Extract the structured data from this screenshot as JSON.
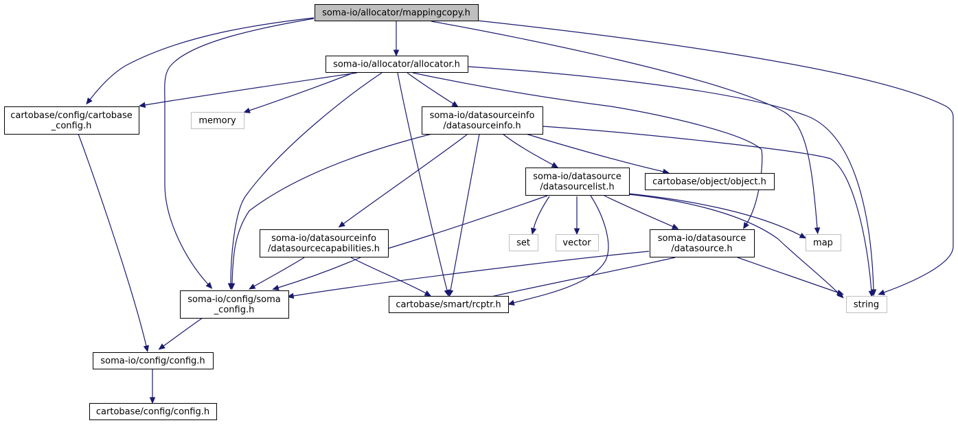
{
  "graph": {
    "nodes": [
      {
        "id": "mappingcopy",
        "lines": [
          "soma-io/allocator/mappingcopy.h"
        ],
        "kind": "root"
      },
      {
        "id": "allocator",
        "lines": [
          "soma-io/allocator/allocator.h"
        ],
        "kind": "file"
      },
      {
        "id": "cartobase_config",
        "lines": [
          "cartobase/config/cartobase",
          "_config.h"
        ],
        "kind": "file"
      },
      {
        "id": "memory",
        "lines": [
          "memory"
        ],
        "kind": "system"
      },
      {
        "id": "datasourceinfo",
        "lines": [
          "soma-io/datasourceinfo",
          "/datasourceinfo.h"
        ],
        "kind": "file"
      },
      {
        "id": "datasourcelist",
        "lines": [
          "soma-io/datasource",
          "/datasourcelist.h"
        ],
        "kind": "file"
      },
      {
        "id": "object",
        "lines": [
          "cartobase/object/object.h"
        ],
        "kind": "file"
      },
      {
        "id": "datasourcecapabilities",
        "lines": [
          "soma-io/datasourceinfo",
          "/datasourcecapabilities.h"
        ],
        "kind": "file"
      },
      {
        "id": "set",
        "lines": [
          "set"
        ],
        "kind": "system"
      },
      {
        "id": "vector",
        "lines": [
          "vector"
        ],
        "kind": "system"
      },
      {
        "id": "datasource",
        "lines": [
          "soma-io/datasource",
          "/datasource.h"
        ],
        "kind": "file"
      },
      {
        "id": "map",
        "lines": [
          "map"
        ],
        "kind": "system"
      },
      {
        "id": "soma_config",
        "lines": [
          "soma-io/config/soma",
          "_config.h"
        ],
        "kind": "file"
      },
      {
        "id": "rcptr",
        "lines": [
          "cartobase/smart/rcptr.h"
        ],
        "kind": "file"
      },
      {
        "id": "string",
        "lines": [
          "string"
        ],
        "kind": "system"
      },
      {
        "id": "somaio_config",
        "lines": [
          "soma-io/config/config.h"
        ],
        "kind": "file"
      },
      {
        "id": "cartobase_config2",
        "lines": [
          "cartobase/config/config.h"
        ],
        "kind": "file"
      }
    ],
    "edges": [
      {
        "from": "mappingcopy",
        "to": "allocator"
      },
      {
        "from": "mappingcopy",
        "to": "cartobase_config"
      },
      {
        "from": "mappingcopy",
        "to": "soma_config"
      },
      {
        "from": "mappingcopy",
        "to": "map"
      },
      {
        "from": "mappingcopy",
        "to": "string"
      },
      {
        "from": "allocator",
        "to": "cartobase_config"
      },
      {
        "from": "allocator",
        "to": "memory"
      },
      {
        "from": "allocator",
        "to": "datasourceinfo"
      },
      {
        "from": "allocator",
        "to": "soma_config"
      },
      {
        "from": "allocator",
        "to": "rcptr"
      },
      {
        "from": "allocator",
        "to": "datasource"
      },
      {
        "from": "allocator",
        "to": "string"
      },
      {
        "from": "cartobase_config",
        "to": "somaio_config"
      },
      {
        "from": "datasourceinfo",
        "to": "soma_config"
      },
      {
        "from": "datasourceinfo",
        "to": "datasourcecapabilities"
      },
      {
        "from": "datasourceinfo",
        "to": "rcptr"
      },
      {
        "from": "datasourceinfo",
        "to": "datasourcelist"
      },
      {
        "from": "datasourceinfo",
        "to": "object"
      },
      {
        "from": "datasourceinfo",
        "to": "string"
      },
      {
        "from": "datasourcelist",
        "to": "soma_config"
      },
      {
        "from": "datasourcelist",
        "to": "set"
      },
      {
        "from": "datasourcelist",
        "to": "vector"
      },
      {
        "from": "datasourcelist",
        "to": "rcptr"
      },
      {
        "from": "datasourcelist",
        "to": "datasource"
      },
      {
        "from": "datasourcelist",
        "to": "map"
      },
      {
        "from": "datasourcelist",
        "to": "string"
      },
      {
        "from": "datasourcecapabilities",
        "to": "soma_config"
      },
      {
        "from": "datasourcecapabilities",
        "to": "rcptr"
      },
      {
        "from": "datasource",
        "to": "soma_config"
      },
      {
        "from": "datasource",
        "to": "rcptr"
      },
      {
        "from": "datasource",
        "to": "string"
      },
      {
        "from": "soma_config",
        "to": "somaio_config"
      },
      {
        "from": "somaio_config",
        "to": "cartobase_config2"
      }
    ]
  },
  "colors": {
    "edge": "#191970",
    "root_fill": "#bfbfbf",
    "system_border": "#bfbfbf",
    "file_border": "#000000"
  }
}
